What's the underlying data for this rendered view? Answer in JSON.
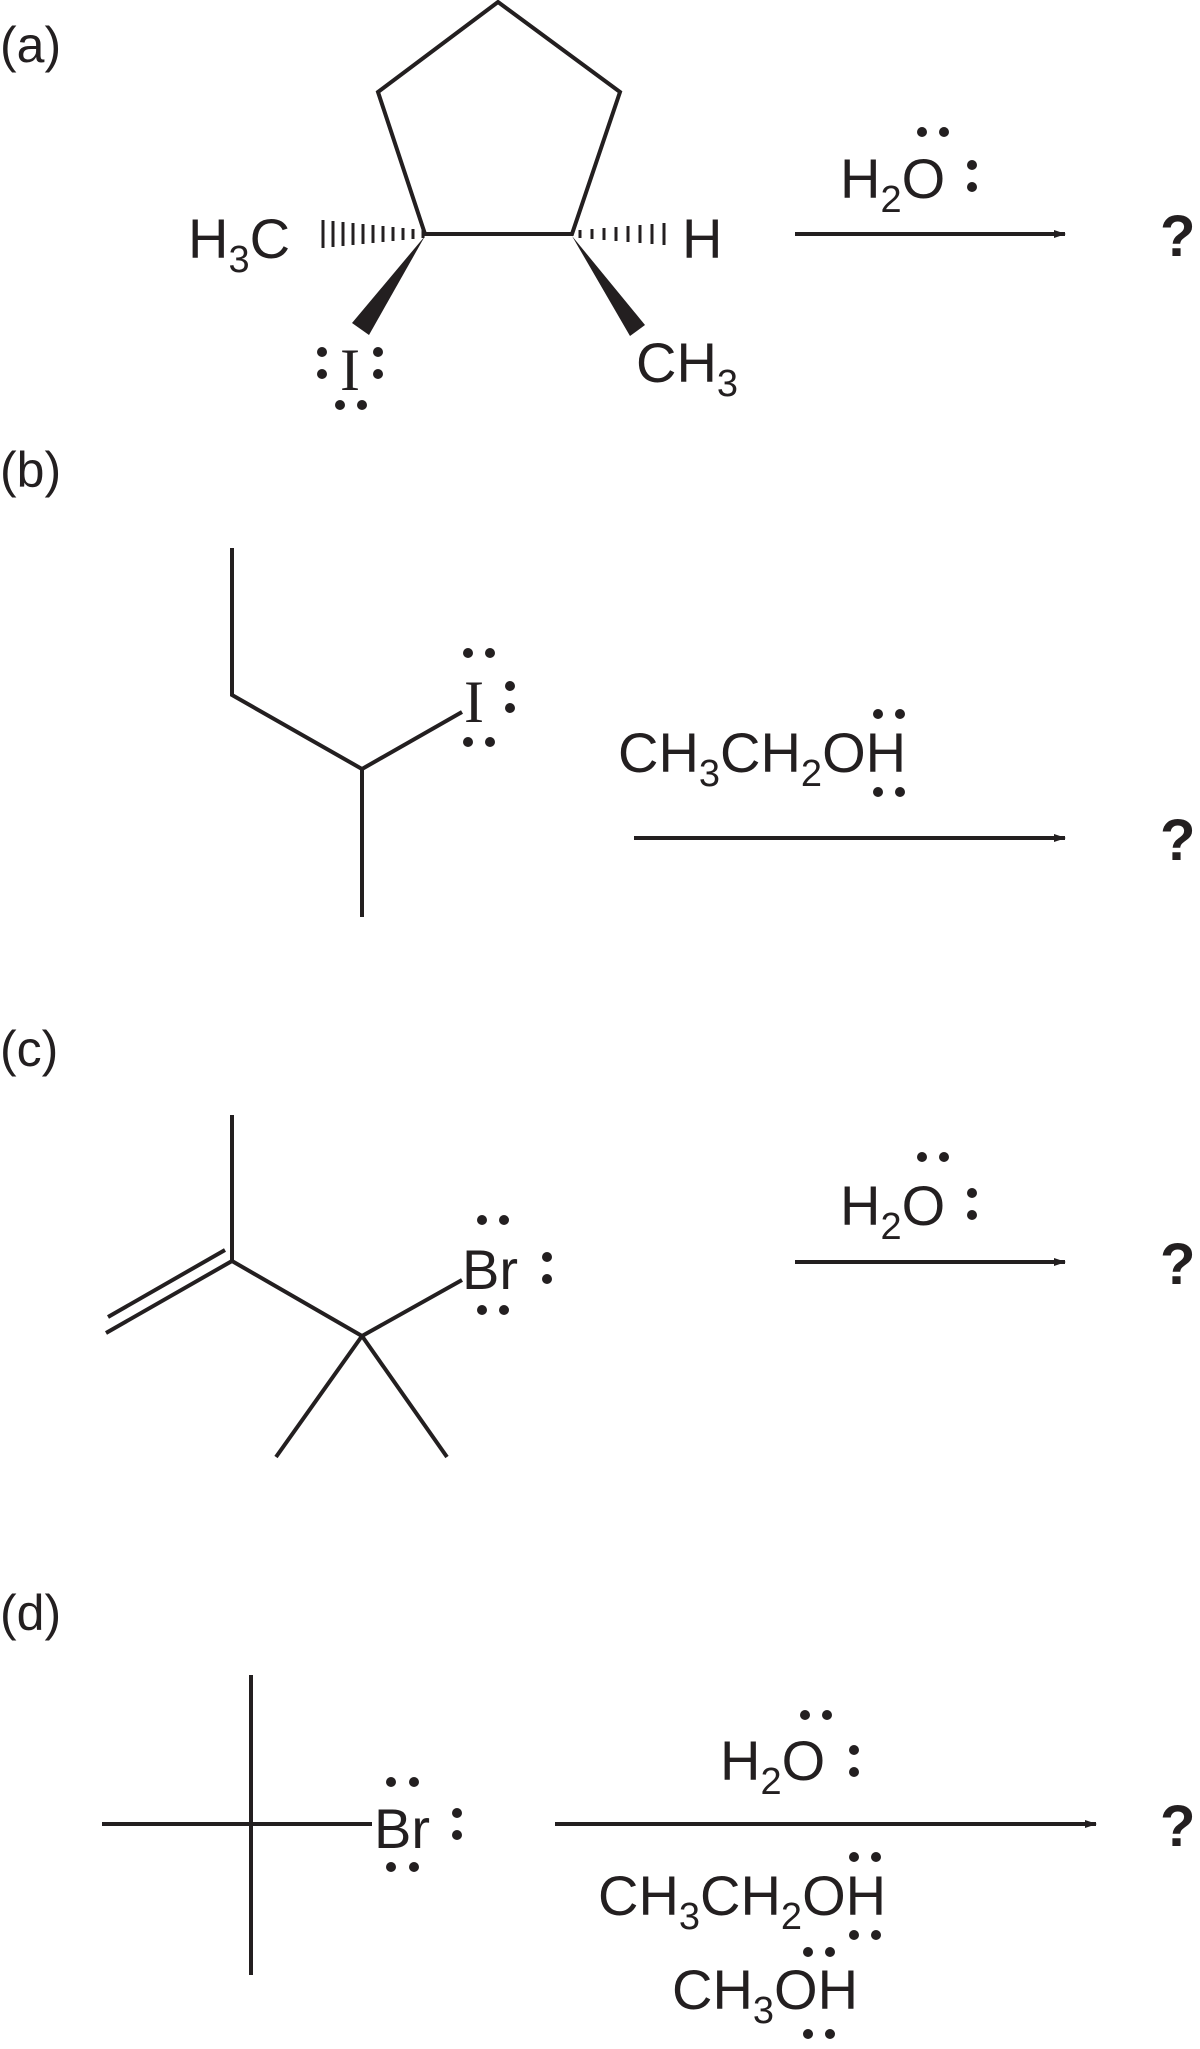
{
  "reactions": [
    {
      "label": "(a)",
      "substrate_atoms": {
        "h3c": "H",
        "h3c_sub": "3",
        "h3c_c": "C",
        "iodine": "I",
        "h": "H",
        "ch3": "CH",
        "ch3_sub": "3"
      },
      "reagent": {
        "h": "H",
        "sub": "2",
        "o": "O"
      },
      "product": "?"
    },
    {
      "label": "(b)",
      "substrate_atoms": {
        "iodine": "I"
      },
      "reagent": {
        "ch": "CH",
        "sub1": "3",
        "ch2": "CH",
        "sub2": "2",
        "o": "O",
        "h": "H"
      },
      "product": "?"
    },
    {
      "label": "(c)",
      "substrate_atoms": {
        "br": "Br"
      },
      "reagent": {
        "h": "H",
        "sub": "2",
        "o": "O"
      },
      "product": "?"
    },
    {
      "label": "(d)",
      "substrate_atoms": {
        "br": "Br"
      },
      "reagent_water": {
        "h": "H",
        "sub": "2",
        "o": "O"
      },
      "reagent_ethanol": {
        "ch": "CH",
        "sub1": "3",
        "ch2": "CH",
        "sub2": "2",
        "o": "O",
        "h": "H"
      },
      "reagent_methanol": {
        "ch": "CH",
        "sub": "3",
        "o": "O",
        "h": "H"
      },
      "product": "?"
    }
  ]
}
